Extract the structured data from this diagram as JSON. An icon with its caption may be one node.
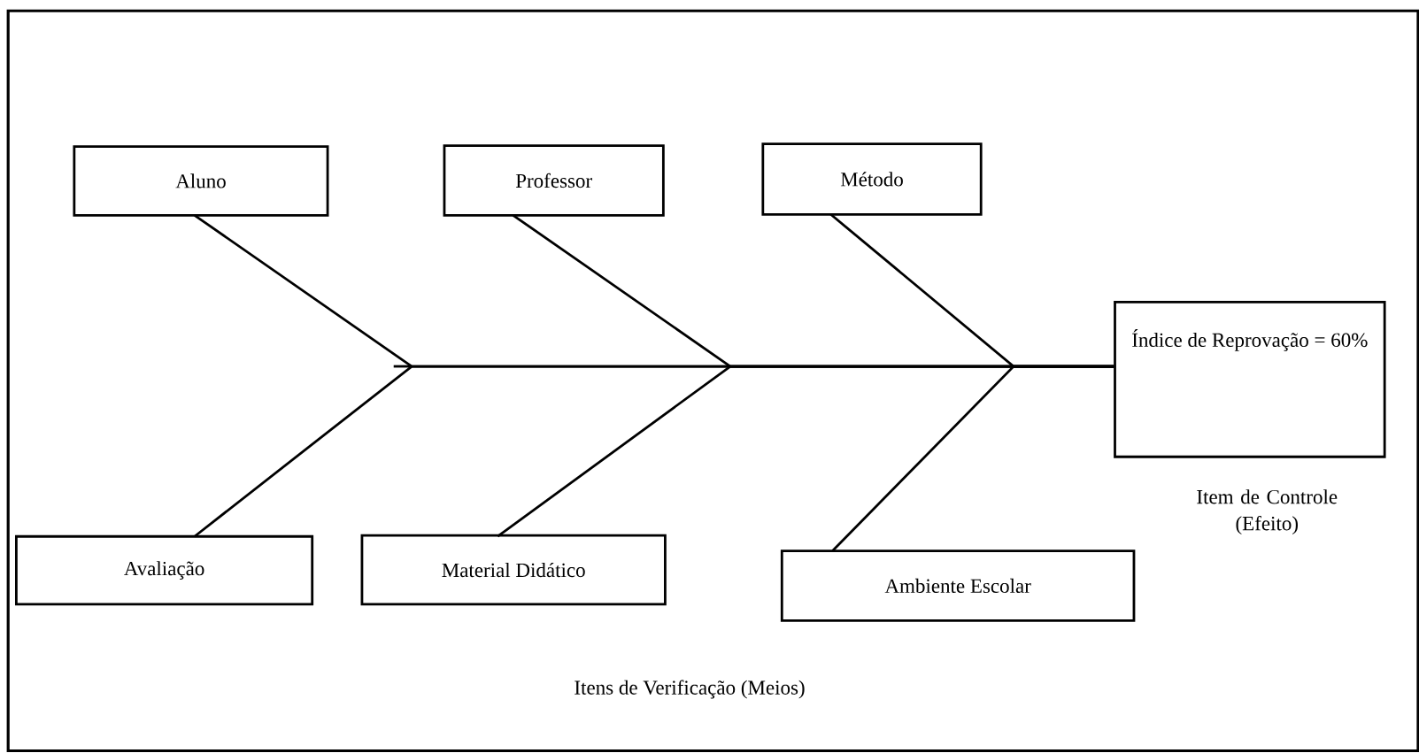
{
  "diagram": {
    "nodes": [
      {
        "text": [
          "Aluno"
        ]
      },
      {
        "text": [
          "Professor"
        ]
      },
      {
        "text": [
          "Método"
        ]
      },
      {
        "text": [
          "Índice de Reprovação = 60%"
        ],
        "beside": [
          "Item de Controle (Efeito)"
        ]
      },
      {
        "text": [
          "Avaliação"
        ]
      },
      {
        "text": [
          "Material Didático"
        ]
      },
      {
        "text": [
          "Ambiente Escolar"
        ]
      }
    ],
    "edges": [
      {
        "from": 0,
        "to": 3,
        "arrow": "none"
      },
      {
        "from": 4,
        "to": 3,
        "arrow": "none"
      },
      {
        "from": 1,
        "to": 3,
        "arrow": "none"
      },
      {
        "from": 5,
        "to": 3,
        "arrow": "none"
      },
      {
        "from": 2,
        "to": 3,
        "arrow": "none"
      },
      {
        "from": 6,
        "to": 3,
        "arrow": "none"
      }
    ],
    "labels": [
      "Itens de Verificação (Meios)"
    ]
  }
}
